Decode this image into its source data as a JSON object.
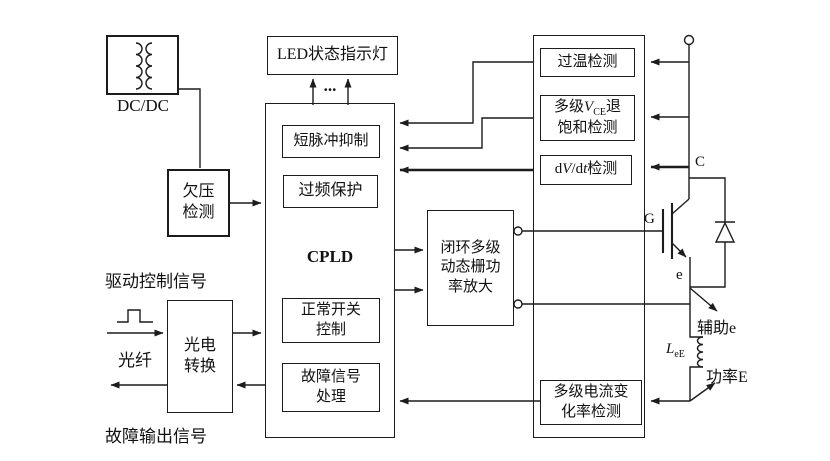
{
  "blocks": {
    "dcdc": "DC/DC",
    "undervolt": {
      "l1": "欠压",
      "l2": "检测"
    },
    "led": "LED状态指示灯",
    "led_dots": "...",
    "cpld": "CPLD",
    "short_pulse": "短脉冲抑制",
    "over_freq": "过频保护",
    "normal_switch": {
      "l1": "正常开关",
      "l2": "控制"
    },
    "fault_signal": {
      "l1": "故障信号",
      "l2": "处理"
    },
    "gate_amp": {
      "l1": "闭环多级",
      "l2": "动态栅功",
      "l3": "率放大"
    },
    "over_temp": "过温检测",
    "vce": {
      "pre": "多级",
      "v": "V",
      "sub": "CE",
      "post": "退",
      "l2": "饱和检测"
    },
    "dvdt": {
      "d1": "d",
      "v": "V",
      "mid": "/d",
      "t": "t",
      "post": "检测"
    },
    "didt": {
      "l1": "多级电流变",
      "l2": "化率检测"
    },
    "opto": {
      "l1": "光电",
      "l2": "转换"
    }
  },
  "labels": {
    "drive_ctrl": "驱动控制信号",
    "fiber": "光纤",
    "fault_out": "故障输出信号",
    "gate": "G",
    "collector": "C",
    "emitter": "e",
    "aux_e": "辅助e",
    "lee": {
      "sym": "L",
      "sub": "eE"
    },
    "power_e": "功率E"
  },
  "colors": {
    "line": "#1c1c1c",
    "background": "#ffffff"
  }
}
